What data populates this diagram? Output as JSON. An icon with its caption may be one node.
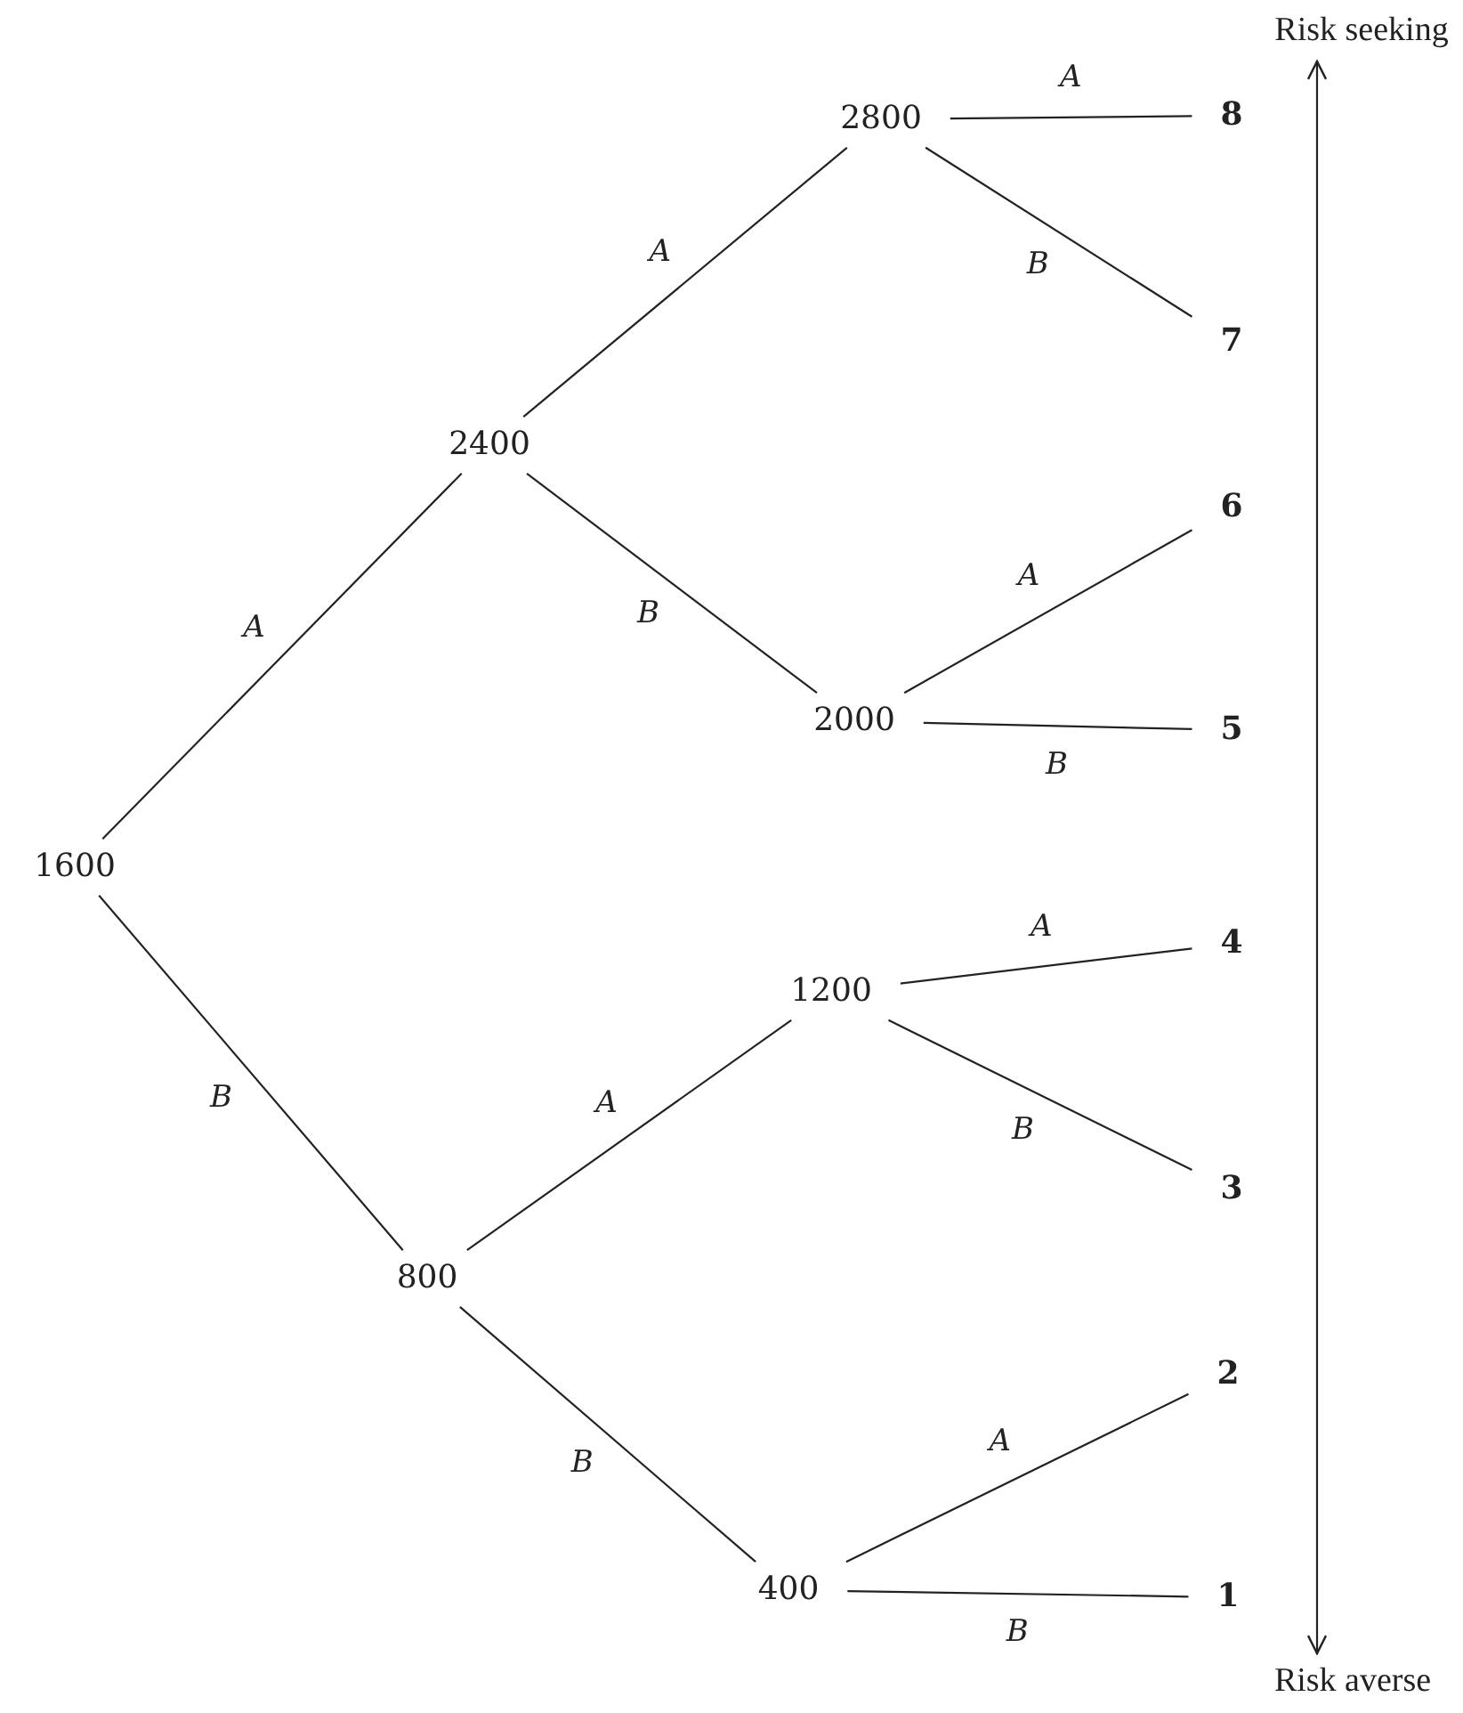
{
  "diagram": {
    "nodes": [
      {
        "text": [
          "1600"
        ]
      },
      {
        "text": [
          "2400"
        ]
      },
      {
        "text": [
          "800"
        ]
      },
      {
        "text": [
          "2800"
        ]
      },
      {
        "text": [
          "2000"
        ]
      },
      {
        "text": [
          "1200"
        ]
      },
      {
        "text": [
          "400"
        ]
      },
      {
        "text": [
          "8"
        ]
      },
      {
        "text": [
          "7"
        ]
      },
      {
        "text": [
          "6"
        ]
      },
      {
        "text": [
          "5"
        ]
      },
      {
        "text": [
          "4"
        ]
      },
      {
        "text": [
          "3"
        ]
      },
      {
        "text": [
          "2"
        ]
      },
      {
        "text": [
          "1"
        ]
      },
      {
        "text": [
          "Risk seeking"
        ]
      },
      {
        "text": [
          "Risk averse"
        ]
      }
    ],
    "edges": [
      {
        "from": 0,
        "to": 1,
        "arrow": "none",
        "label": "A"
      },
      {
        "from": 0,
        "to": 2,
        "arrow": "none",
        "label": "B"
      },
      {
        "from": 1,
        "to": 3,
        "arrow": "none",
        "label": "A"
      },
      {
        "from": 1,
        "to": 4,
        "arrow": "none",
        "label": "B"
      },
      {
        "from": 2,
        "to": 5,
        "arrow": "none",
        "label": "A"
      },
      {
        "from": 2,
        "to": 6,
        "arrow": "none",
        "label": "B"
      },
      {
        "from": 3,
        "to": 7,
        "arrow": "none",
        "label": "A"
      },
      {
        "from": 3,
        "to": 8,
        "arrow": "none",
        "label": "B"
      },
      {
        "from": 4,
        "to": 9,
        "arrow": "none",
        "label": "A"
      },
      {
        "from": 4,
        "to": 10,
        "arrow": "none",
        "label": "B"
      },
      {
        "from": 5,
        "to": 11,
        "arrow": "none",
        "label": "A"
      },
      {
        "from": 5,
        "to": 12,
        "arrow": "none",
        "label": "B"
      },
      {
        "from": 6,
        "to": 13,
        "arrow": "none",
        "label": "A"
      },
      {
        "from": 6,
        "to": 14,
        "arrow": "none",
        "label": "B"
      },
      {
        "from": 15,
        "to": 16,
        "arrow": "both"
      }
    ]
  }
}
